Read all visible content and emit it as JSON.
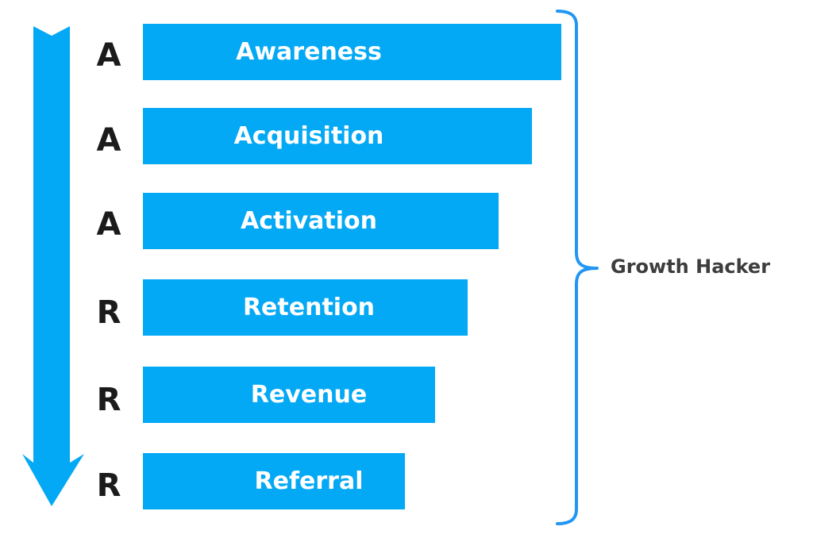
{
  "stages": [
    {
      "letter": "A",
      "label": "Awareness"
    },
    {
      "letter": "A",
      "label": "Acquisition"
    },
    {
      "letter": "A",
      "label": "Activation"
    },
    {
      "letter": "R",
      "label": "Retention"
    },
    {
      "letter": "R",
      "label": "Revenue"
    },
    {
      "letter": "R",
      "label": "Referral"
    }
  ],
  "brace_label": "Growth Hacker",
  "colors": {
    "bar": "#03a9f4",
    "arrow": "#03a9f4",
    "brace": "#2196f3",
    "letter": "#1b1b1b",
    "label": "#ffffff",
    "brace_text": "#3d3d3d"
  },
  "icons": {
    "flow_arrow": "down-arrow-icon",
    "grouping": "right-curly-brace-icon"
  }
}
